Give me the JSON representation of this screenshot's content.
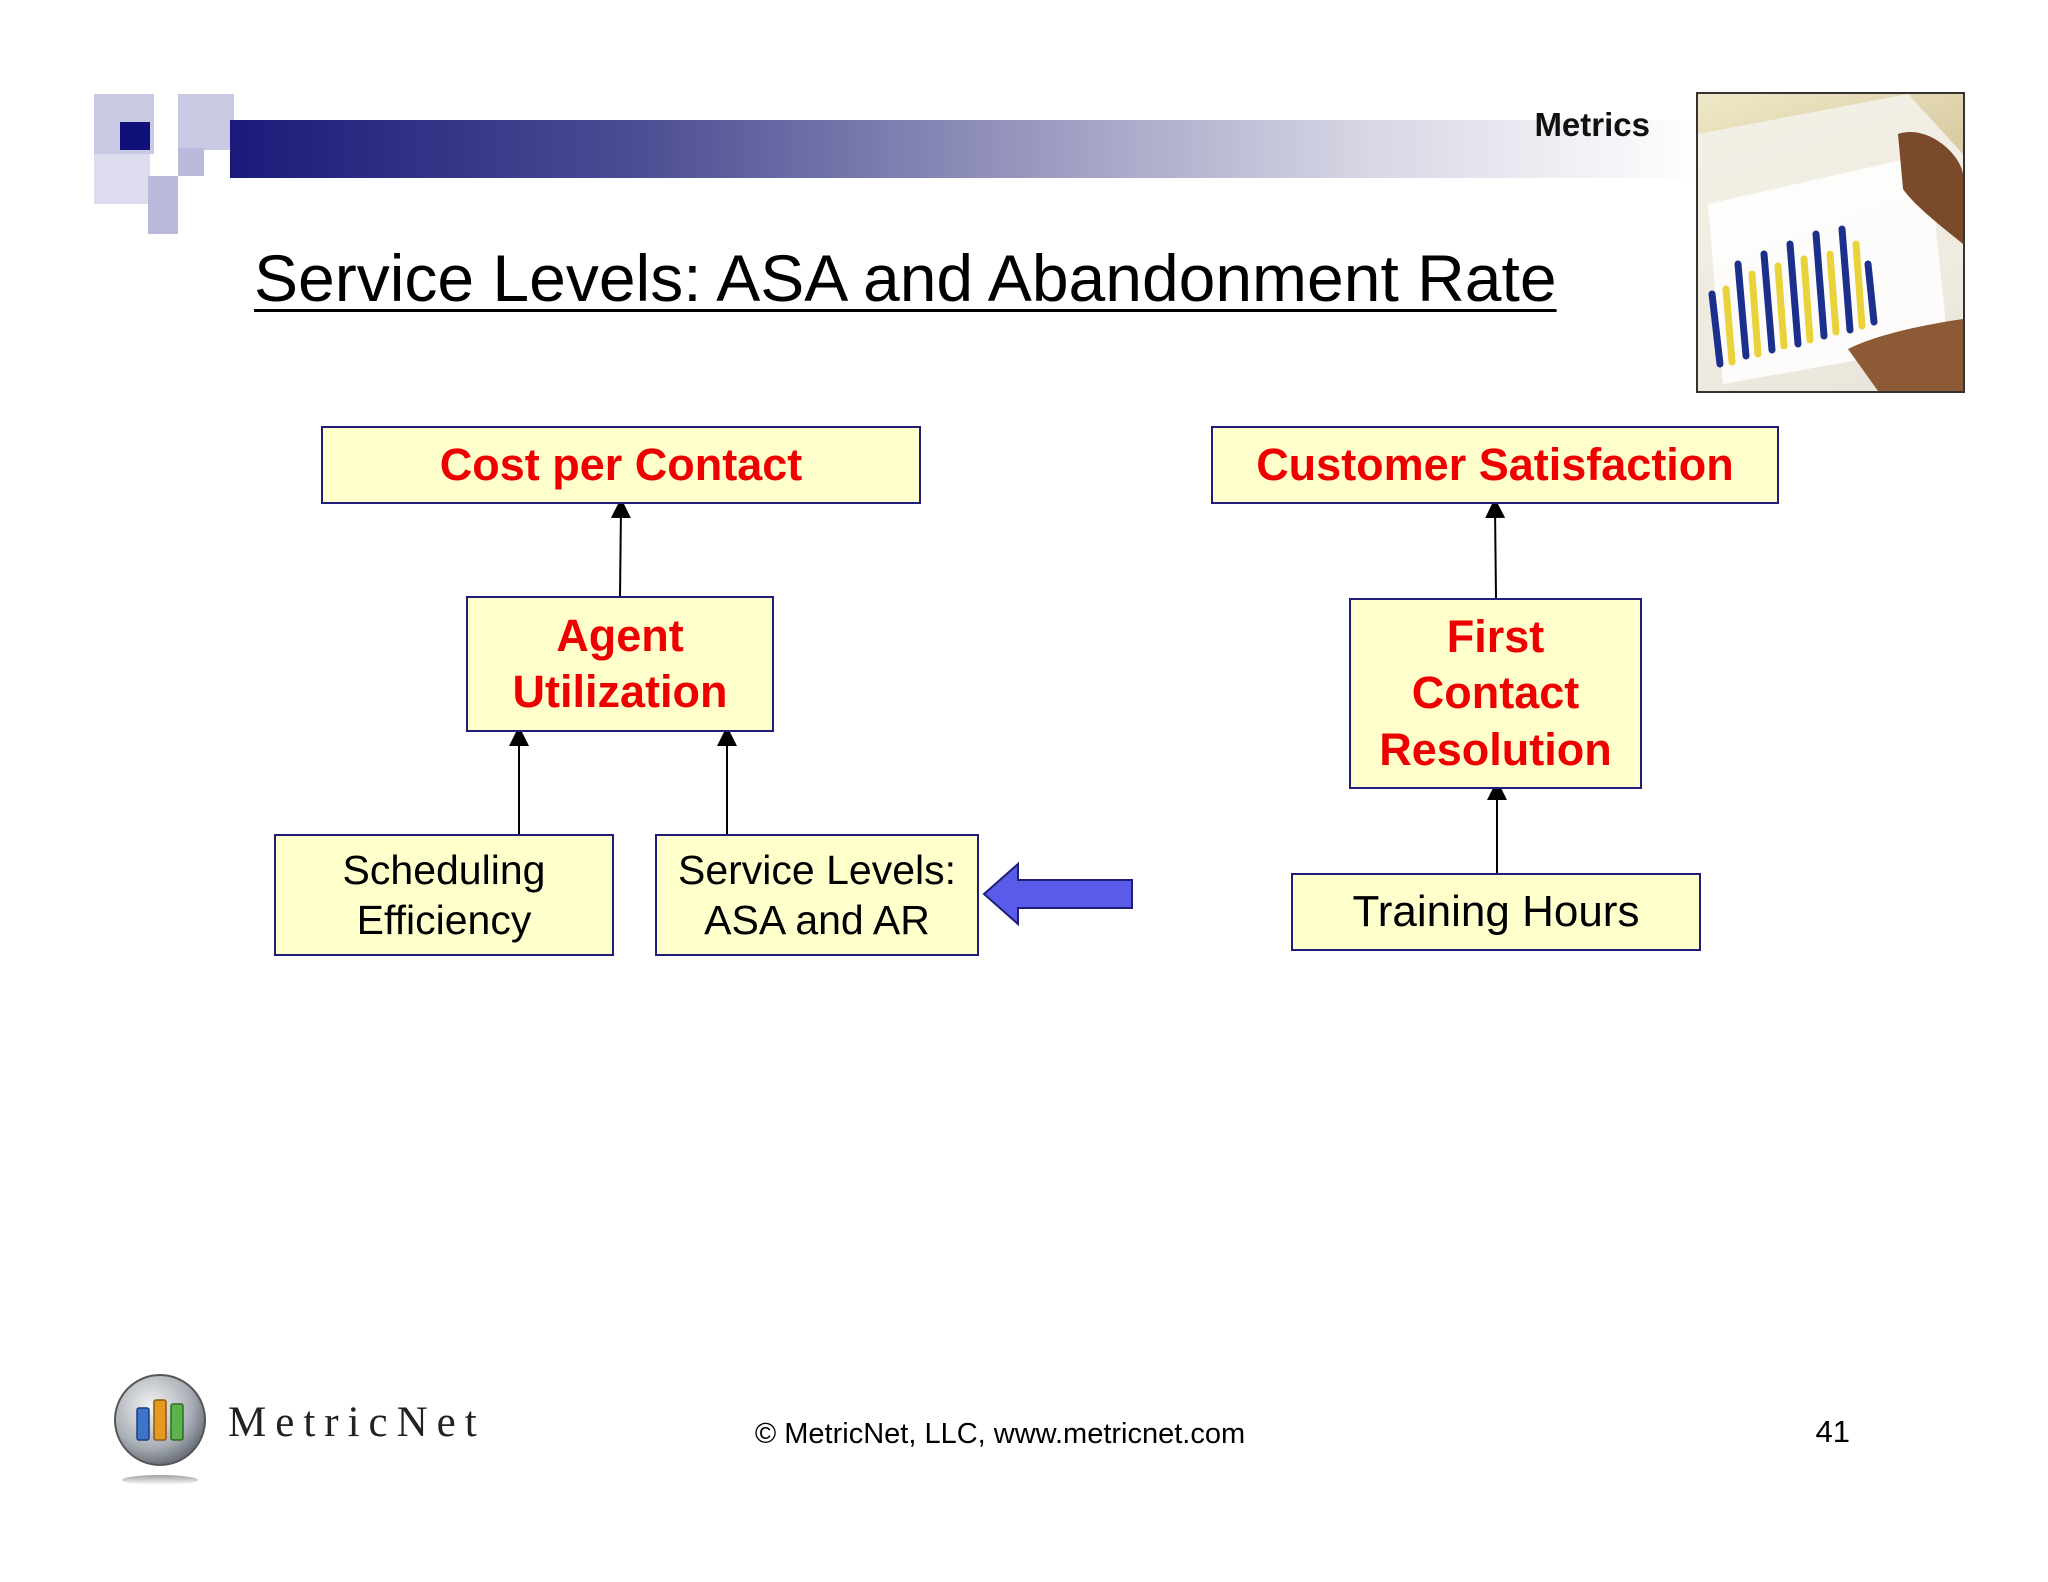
{
  "header": {
    "section_label": "Metrics",
    "accent_color": "#1a1a7a",
    "photo_icon": "bar-chart-report-photo"
  },
  "title": "Service Levels: ASA and Abandonment Rate",
  "diagram": {
    "key_metric_color": "#ee0000",
    "box_fill": "#ffffcc",
    "box_border": "#1f1f7a",
    "nodes": {
      "cost_per_contact": "Cost per Contact",
      "customer_satisfaction": "Customer Satisfaction",
      "agent_utilization": [
        "Agent",
        "Utilization"
      ],
      "first_contact_resolution": [
        "First",
        "Contact",
        "Resolution"
      ],
      "scheduling_efficiency": [
        "Scheduling",
        "Efficiency"
      ],
      "service_levels": [
        "Service Levels:",
        "ASA and AR"
      ],
      "training_hours": "Training Hours"
    },
    "pointer_icon": "left-arrow-icon",
    "pointer_color": "#5b5bea"
  },
  "footer": {
    "logo_name": "MetricNet",
    "copyright": "© MetricNet, LLC, www.metricnet.com",
    "page_number": "41"
  }
}
